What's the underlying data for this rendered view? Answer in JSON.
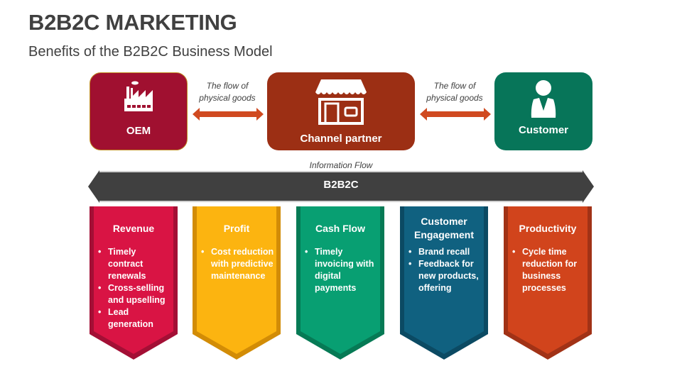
{
  "header": {
    "title": "B2B2C MARKETING",
    "subtitle": "Benefits of the B2B2C Business Model"
  },
  "flow": {
    "nodes": [
      {
        "label": "OEM",
        "icon": "factory-icon",
        "color": "#A01030"
      },
      {
        "label": "Channel partner",
        "icon": "store-icon",
        "color": "#9C2F14"
      },
      {
        "label": "Customer",
        "icon": "businessman-icon",
        "color": "#077559"
      }
    ],
    "physical_flow_labels": [
      "The flow of physical goods",
      "The flow of physical goods"
    ],
    "physical_flow_line1": "The flow of",
    "physical_flow_line2": "physical goods",
    "arrow_color": "#D04A20",
    "information_flow_label": "Information Flow",
    "band_label": "B2B2C",
    "band_color": "#404040"
  },
  "benefits": [
    {
      "title": "Revenue",
      "color": "#D91444",
      "edge": "#A30F35",
      "bullets": [
        "Timely contract renewals",
        "Cross-selling and upselling",
        "Lead generation"
      ]
    },
    {
      "title": "Profit",
      "color": "#FCB410",
      "edge": "#D28C06",
      "bullets": [
        "Cost reduction with predictive maintenance"
      ]
    },
    {
      "title": "Cash Flow",
      "color": "#089F72",
      "edge": "#067A55",
      "bullets": [
        "Timely invoicing with digital payments"
      ]
    },
    {
      "title": "Customer Engagement",
      "color": "#106180",
      "edge": "#0B4A63",
      "bullets": [
        "Brand recall",
        "Feedback for new products, offering"
      ]
    },
    {
      "title": "Productivity",
      "color": "#D1441C",
      "edge": "#A13216",
      "bullets": [
        "Cycle time reduction for business processes"
      ]
    }
  ]
}
